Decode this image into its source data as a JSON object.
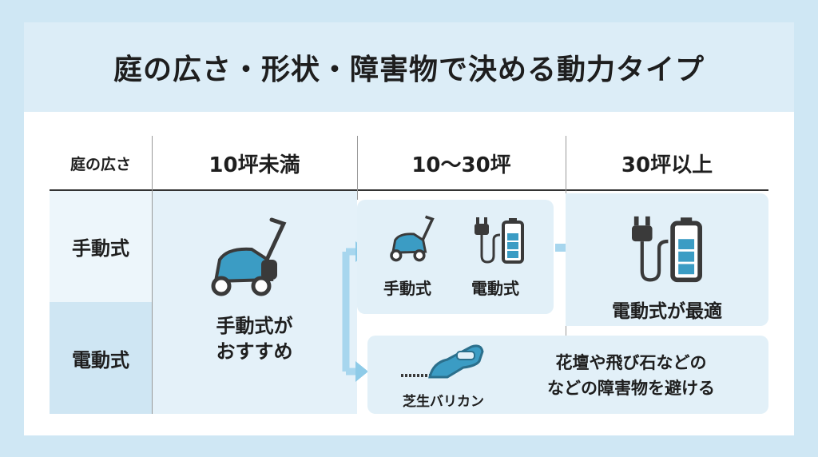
{
  "title": "庭の広さ・形状・障害物で決める動力タイプ",
  "header": {
    "row_label": "庭の広さ",
    "columns": [
      "10坪未満",
      "10〜30坪",
      "30坪以上"
    ]
  },
  "rows": [
    "手動式",
    "電動式"
  ],
  "cells": {
    "small": "手動式が\nおすすめ",
    "medium_manual": "手動式",
    "medium_electric": "電動式",
    "large": "電動式が最適",
    "trimmer_label": "芝生バリカン",
    "obstacle_note": "花壇や飛び石などの\nなどの障害物を避ける"
  },
  "colors": {
    "accent": "#3b9cc4",
    "arrow": "#8ecbe8",
    "icon_dark": "#3a3a3a"
  }
}
